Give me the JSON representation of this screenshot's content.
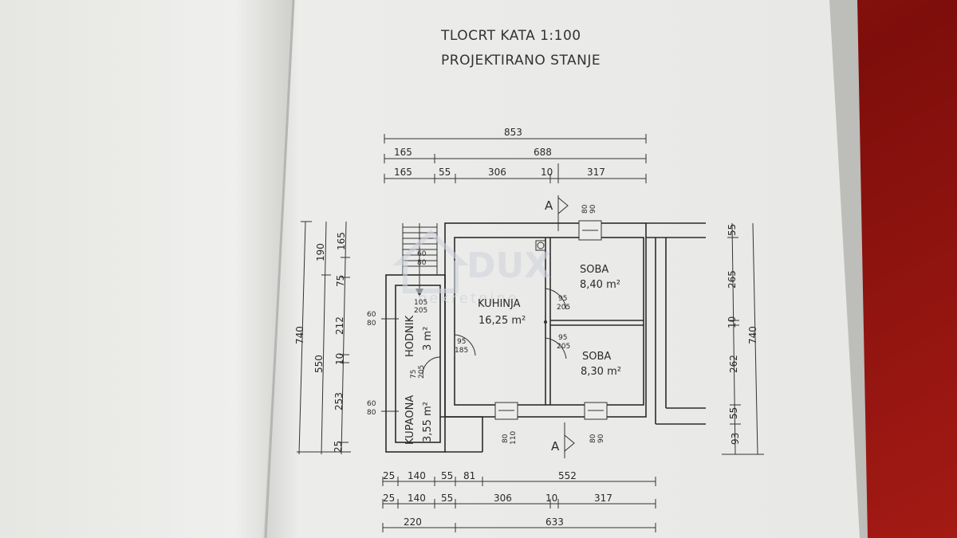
{
  "document": {
    "title_line1": "TLOCRT KATA 1:100",
    "title_line2": "PROJEKTIRANO STANJE"
  },
  "watermark": {
    "brand": "DUX",
    "sub": "nekretnine"
  },
  "rooms": {
    "kuhinja": {
      "name": "KUHINJA",
      "area": "16,25 m²"
    },
    "soba1": {
      "name": "SOBA",
      "area": "8,40 m²"
    },
    "soba2": {
      "name": "SOBA",
      "area": "8,30 m²"
    },
    "hodnik": {
      "name": "HODNIK",
      "area": "3 m²"
    },
    "kupaona": {
      "name": "KUPAONA",
      "area": "3,55 m²"
    }
  },
  "section_markers": {
    "top": "A",
    "bottom": "A"
  },
  "dimensions": {
    "top_row1": [
      "853"
    ],
    "top_row2": [
      "165",
      "688"
    ],
    "top_row3": [
      "165",
      "55",
      "306",
      "10",
      "317"
    ],
    "bottom_row1": [
      "25",
      "140",
      "55",
      "81",
      "552"
    ],
    "bottom_row2": [
      "25",
      "140",
      "55",
      "306",
      "10",
      "317"
    ],
    "bottom_row3": [
      "220",
      "633"
    ],
    "left_outer": "740",
    "left_mid": [
      "190",
      "550"
    ],
    "left_inner": [
      "165",
      "75",
      "212",
      "10",
      "253",
      "25"
    ],
    "right_inner": [
      "55",
      "265",
      "10",
      "262",
      "55",
      "93"
    ],
    "right_outer": "740",
    "openings": {
      "win_top_a": "80",
      "win_top_b": "90",
      "stair_a": "60",
      "stair_b": "80",
      "hodnik_door_a": "105",
      "hodnik_door_b": "205",
      "left_win1_a": "60",
      "left_win1_b": "80",
      "left_win2_a": "60",
      "left_win2_b": "80",
      "kupaona_door_a": "75",
      "kupaona_door_b": "205",
      "kuhinja_door_a": "95",
      "kuhinja_door_b": "185",
      "soba1_door_a": "95",
      "soba1_door_b": "205",
      "soba2_door_a": "95",
      "soba2_door_b": "205",
      "win_bot1_a": "80",
      "win_bot1_b": "110",
      "win_bot2_a": "80",
      "win_bot2_b": "90"
    }
  },
  "colors": {
    "background_cloth": "#8a1410",
    "paper": "#eeeeec",
    "ink": "#2a2a2a"
  }
}
